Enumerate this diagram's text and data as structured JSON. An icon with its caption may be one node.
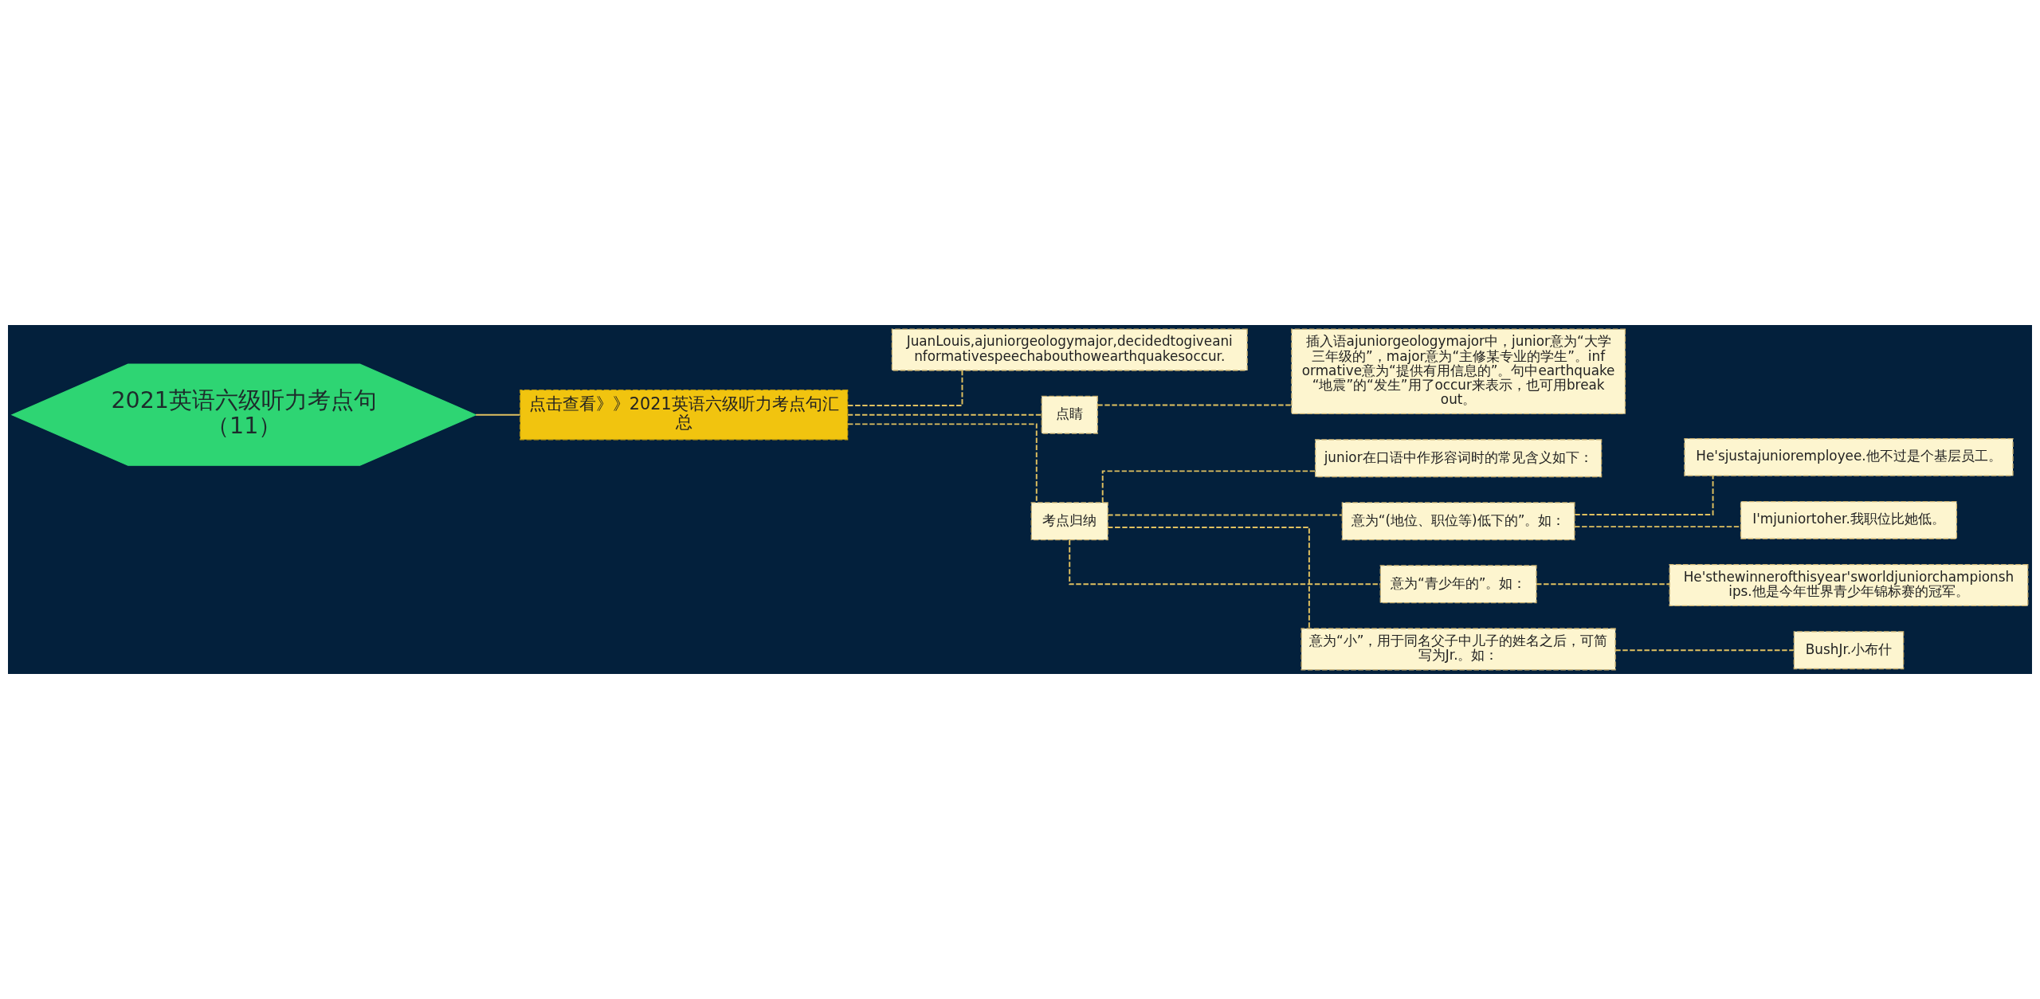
{
  "diagram": {
    "nodes": [
      {
        "text": [
          "2021英语六级听力考点句（11）"
        ]
      },
      {
        "text": [
          "点击查看》》2021英语六级听力考点句汇总"
        ]
      },
      {
        "text": [
          "JuanLouis,ajuniorgeologymajor,decidedtogiveaninformativespeechabouthowearthquakesoccur."
        ]
      },
      {
        "text": [
          "点睛"
        ]
      },
      {
        "text": [
          "插入语ajuniorgeologymajor中，junior意为“大学三年级的”，major意为“主修某专业的学生”。informative意为“提供有用信息的”。句中earthquake“地震”的“发生”用了occur来表示，也可用breakout。"
        ]
      },
      {
        "text": [
          "考点归纳"
        ]
      },
      {
        "text": [
          "junior在口语中作形容词时的常见含义如下："
        ]
      },
      {
        "text": [
          "意为“(地位、职位等)低下的”。如："
        ]
      },
      {
        "text": [
          "He'sjustajunioremployee.他不过是个基层员工。"
        ]
      },
      {
        "text": [
          "I'mjuniortoher.我职位比她低。"
        ]
      },
      {
        "text": [
          "意为“青少年的”。如："
        ]
      },
      {
        "text": [
          "He'sthewinnerofthisyear'sworldjuniorchampionships.他是今年世界青少年锦标赛的冠军。"
        ]
      },
      {
        "text": [
          "意为“小”，用于同名父子中儿子的姓名之后，可简写为Jr.。如："
        ]
      },
      {
        "text": [
          "BushJr.小布什"
        ]
      }
    ],
    "edges": [
      {
        "from": 0,
        "to": 1,
        "arrow": "none"
      },
      {
        "from": 1,
        "to": 2,
        "arrow": "none",
        "style": "dashed"
      },
      {
        "from": 1,
        "to": 3,
        "arrow": "none",
        "style": "dashed"
      },
      {
        "from": 1,
        "to": 5,
        "arrow": "none",
        "style": "dashed"
      },
      {
        "from": 3,
        "to": 4,
        "arrow": "none",
        "style": "dashed"
      },
      {
        "from": 5,
        "to": 6,
        "arrow": "none",
        "style": "dashed"
      },
      {
        "from": 5,
        "to": 7,
        "arrow": "none",
        "style": "dashed"
      },
      {
        "from": 7,
        "to": 8,
        "arrow": "none",
        "style": "dashed"
      },
      {
        "from": 7,
        "to": 9,
        "arrow": "none",
        "style": "dashed"
      },
      {
        "from": 5,
        "to": 10,
        "arrow": "none",
        "style": "dashed"
      },
      {
        "from": 10,
        "to": 11,
        "arrow": "none",
        "style": "dashed"
      },
      {
        "from": 5,
        "to": 12,
        "arrow": "none",
        "style": "dashed"
      },
      {
        "from": 12,
        "to": 13,
        "arrow": "none",
        "style": "dashed"
      }
    ]
  }
}
